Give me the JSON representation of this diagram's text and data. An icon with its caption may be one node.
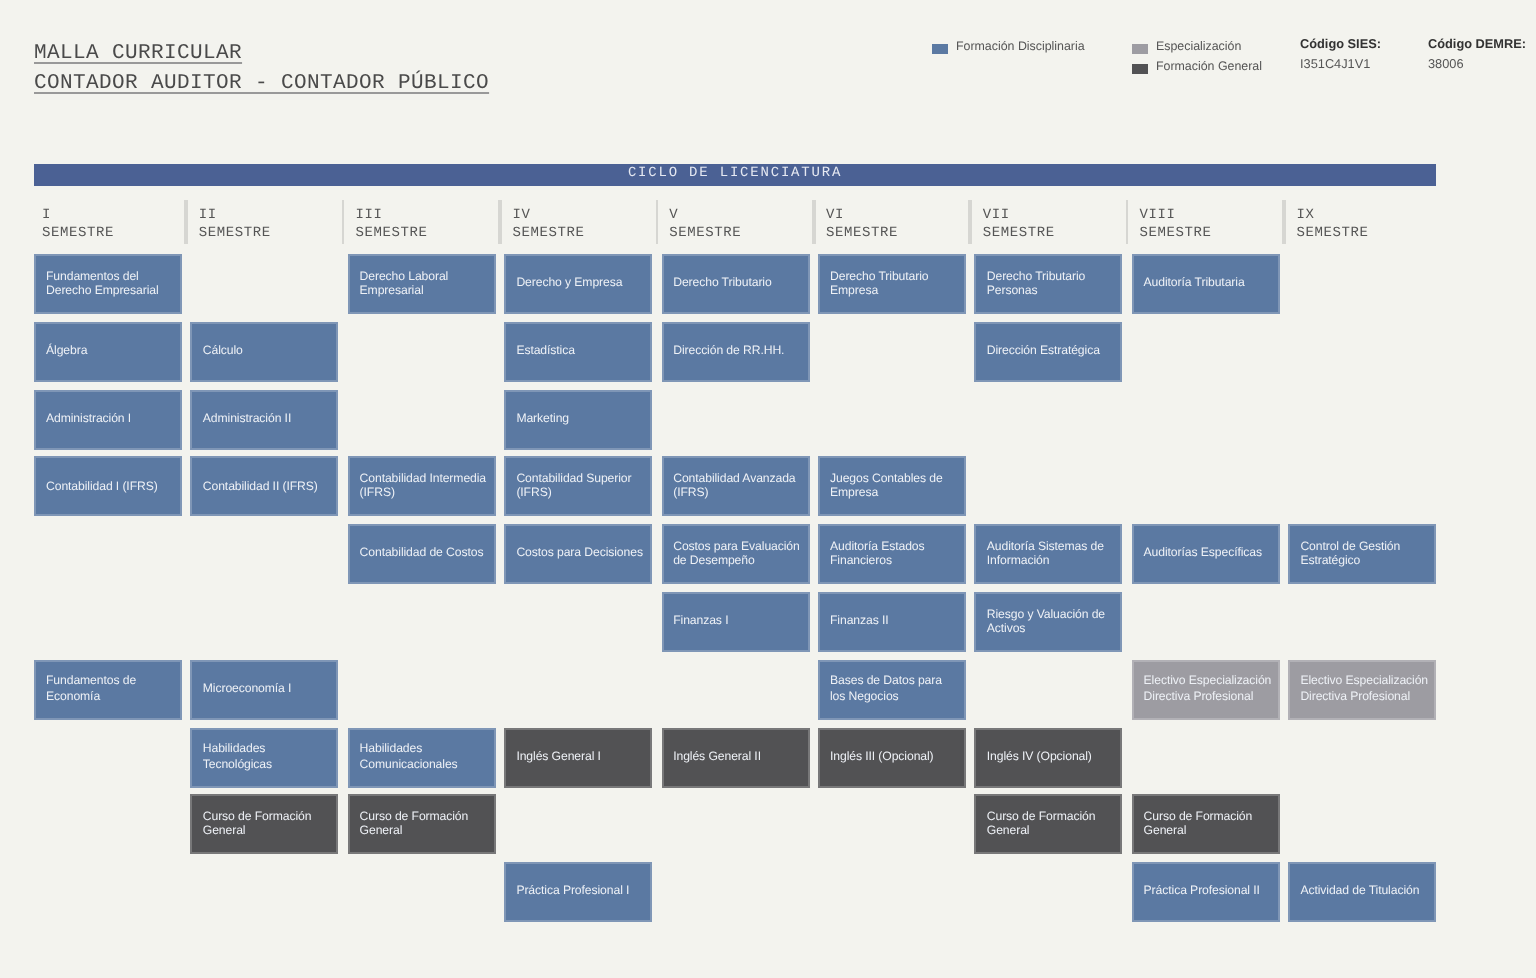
{
  "diagram": {
    "title": "MALLA CURRICULAR",
    "nodes": [
      {
        "text": [
          "CICLO DE LICENCIATURA"
        ]
      },
      {
        "text": [
          "Fundamentos del Derecho Empresarial"
        ]
      },
      {
        "text": [
          "Derecho Laboral Empresarial"
        ]
      },
      {
        "text": [
          "Derecho y Empresa"
        ]
      },
      {
        "text": [
          "Derecho Tributario"
        ]
      },
      {
        "text": [
          "Derecho Tributario Empresa"
        ]
      },
      {
        "text": [
          "Derecho Tributario Personas"
        ]
      },
      {
        "text": [
          "Auditoría Tributaria"
        ]
      },
      {
        "text": [
          "Álgebra"
        ]
      },
      {
        "text": [
          "Cálculo"
        ]
      },
      {
        "text": [
          "Estadística"
        ]
      },
      {
        "text": [
          "Dirección de RR.HH."
        ]
      },
      {
        "text": [
          "Dirección Estratégica"
        ]
      },
      {
        "text": [
          "Administración I"
        ]
      },
      {
        "text": [
          "Administración II"
        ]
      },
      {
        "text": [
          "Marketing"
        ]
      },
      {
        "text": [
          "Contabilidad I (IFRS)"
        ]
      },
      {
        "text": [
          "Contabilidad II (IFRS)"
        ]
      },
      {
        "text": [
          "Contabilidad Intermedia (IFRS)"
        ]
      },
      {
        "text": [
          "Contabilidad Superior (IFRS)"
        ]
      },
      {
        "text": [
          "Contabilidad Avanzada (IFRS)"
        ]
      },
      {
        "text": [
          "Juegos Contables de Empresa"
        ]
      },
      {
        "text": [
          "Contabilidad de Costos"
        ]
      },
      {
        "text": [
          "Costos para Decisiones"
        ]
      },
      {
        "text": [
          "Costos para Evaluación de Desempeño"
        ]
      },
      {
        "text": [
          "Auditoría Estados Financieros"
        ]
      },
      {
        "text": [
          "Auditoría Sistemas de Información"
        ]
      },
      {
        "text": [
          "Auditorías Específicas"
        ]
      },
      {
        "text": [
          "Control de Gestión Estratégico"
        ]
      },
      {
        "text": [
          "Finanzas I"
        ]
      },
      {
        "text": [
          "Finanzas II"
        ]
      },
      {
        "text": [
          "Riesgo y Valuación de Activos"
        ]
      },
      {
        "text": [
          "Fundamentos de Economía"
        ]
      },
      {
        "text": [
          "Microeconomía I"
        ]
      },
      {
        "text": [
          "Bases de Datos para los Negocios"
        ]
      },
      {
        "text": [
          "Electivo Especialización Directiva Profesional"
        ]
      },
      {
        "text": [
          "Electivo Especialización Directiva Profesional"
        ]
      },
      {
        "text": [
          "Habilidades Tecnológicas"
        ]
      },
      {
        "text": [
          "Habilidades Comunicacionales"
        ]
      },
      {
        "text": [
          "Inglés General I"
        ]
      },
      {
        "text": [
          "Inglés General II"
        ]
      },
      {
        "text": [
          "Inglés III (Opcional)"
        ]
      },
      {
        "text": [
          "Inglés IV (Opcional)"
        ]
      },
      {
        "text": [
          "Curso de Formación General"
        ]
      },
      {
        "text": [
          "Curso de Formación General"
        ]
      },
      {
        "text": [
          "Curso de Formación General"
        ]
      },
      {
        "text": [
          "Curso de Formación General"
        ]
      },
      {
        "text": [
          "Práctica Profesional I"
        ]
      },
      {
        "text": [
          "Práctica Profesional II"
        ]
      },
      {
        "text": [
          "Actividad de Titulación"
        ]
      }
    ],
    "labels": [
      "CONTADOR AUDITOR - CONTADOR PÚBLICO",
      "Código SIES:",
      "I351C4J1V1",
      "Código DEMRE:",
      "38006",
      "I SEMESTRE",
      "II SEMESTRE",
      "III SEMESTRE",
      "IV SEMESTRE",
      "V SEMESTRE",
      "VI SEMESTRE",
      "VII SEMESTRE",
      "VIII SEMESTRE",
      "IX SEMESTRE"
    ],
    "legend": [
      {
        "text": "Formación Disciplinaria",
        "color": "#5b79a2"
      },
      {
        "text": "Especialización",
        "color": "#9d9ca2"
      },
      {
        "text": "Formación General",
        "color": "#525254"
      }
    ]
  }
}
